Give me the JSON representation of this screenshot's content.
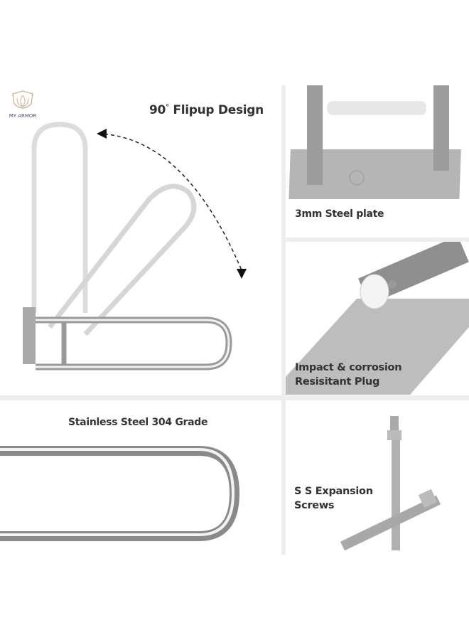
{
  "brand": {
    "logo_text": "MY ARMOR"
  },
  "panels": {
    "flipup": {
      "title": "90",
      "degree": "°",
      "title_rest": " Flipup Design"
    },
    "plate": {
      "caption": "3mm Steel  plate"
    },
    "plug": {
      "caption_line1": "Impact & corrosion",
      "caption_line2": "Resisitant  Plug"
    },
    "grade": {
      "caption": "Stainless Steel 304  Grade"
    },
    "screws": {
      "caption_line1": "S S Expansion",
      "caption_line2": "Screws"
    }
  },
  "colors": {
    "text": "#333333",
    "separator": "#eeeeee",
    "steel": "#b8b8b8",
    "logo": "#c8b59a"
  }
}
